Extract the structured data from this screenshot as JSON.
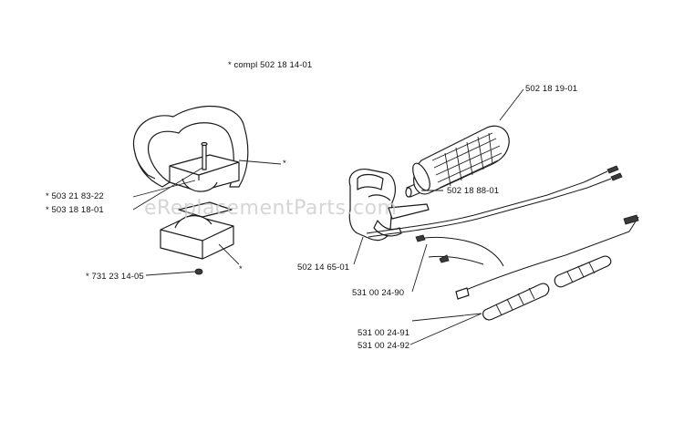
{
  "diagram": {
    "assembly_note": "* compl 502 18 14-01",
    "watermark": "eReplacementParts.com",
    "callouts": {
      "grip": "502 18 19-01",
      "bushing": "502 18 88-01",
      "throttle_housing": "502 14 65-01",
      "wire_harness": "531 00 24-90",
      "cable_1": "531 00 24-91",
      "cable_2": "531 00 24-92",
      "clamp_upper": "* 503 21 83-22",
      "clamp_screw": "* 503 18 18-01",
      "nut": "* 731 23 14-05",
      "loop_handle_marker": "*",
      "clamp_lower_marker": "*"
    }
  }
}
